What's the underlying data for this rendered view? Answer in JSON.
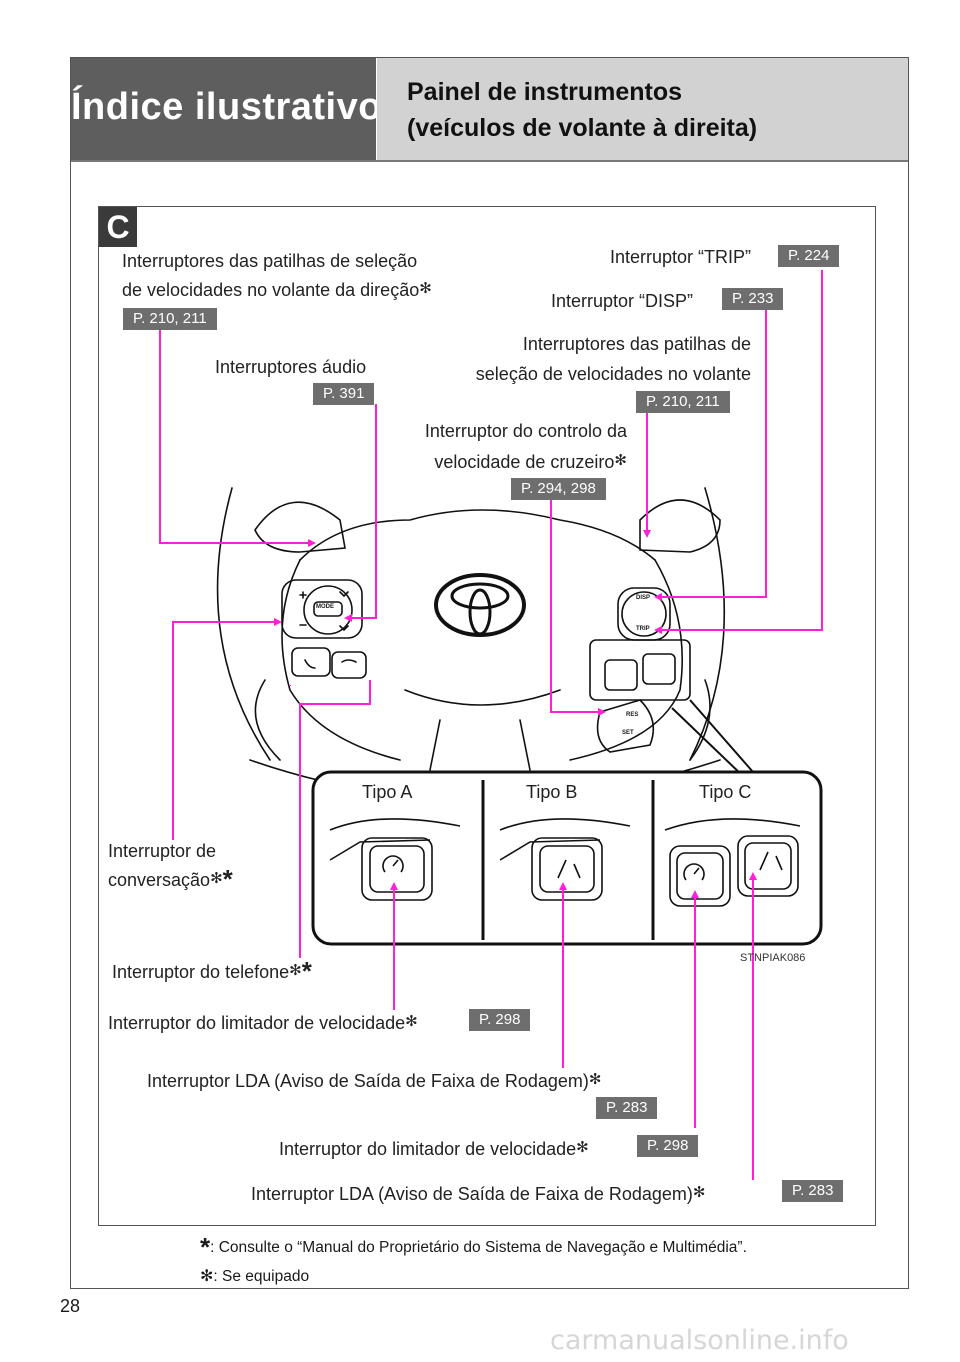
{
  "header": {
    "section": "Índice ilustrativo",
    "title_line1": "Painel de instrumentos",
    "title_line2": "(veículos de volante à direita)"
  },
  "diagram": {
    "badge": "C",
    "image_code": "STNPIAK086",
    "labels": {
      "paddle_left_1": "Interruptores das patilhas de seleção",
      "paddle_left_2": "de velocidades no volante da direção",
      "paddle_left_ref": "P. 210, 211",
      "audio": "Interruptores áudio",
      "audio_ref": "P. 391",
      "trip": "Interruptor “TRIP”",
      "trip_ref": "P. 224",
      "disp": "Interruptor “DISP”",
      "disp_ref": "P. 233",
      "paddle_right_1": "Interruptores das patilhas de",
      "paddle_right_2": "seleção de velocidades no volante",
      "paddle_right_ref": "P. 210, 211",
      "cruise_1": "Interruptor do controlo da",
      "cruise_2": "velocidade de cruzeiro",
      "cruise_ref": "P. 294, 298",
      "talk_1": "Interruptor de",
      "talk_2": "conversação",
      "phone": "Interruptor do telefone",
      "limiter_a": "Interruptor do limitador de velocidade",
      "limiter_a_ref": "P. 298",
      "lda_b": "Interruptor LDA (Aviso de Saída de Faixa de  Rodagem)",
      "lda_b_ref": "P. 283",
      "limiter_c": "Interruptor do limitador de velocidade",
      "limiter_c_ref": "P. 298",
      "lda_c": "Interruptor LDA (Aviso de Saída de Faixa de  Rodagem)",
      "lda_c_ref": "P. 283"
    },
    "types": [
      "Tipo A",
      "Tipo B",
      "Tipo C"
    ],
    "button_marks": {
      "mode": "MODE",
      "disp": "DISP",
      "trip": "TRIP",
      "res": "RES",
      "set": "SET"
    },
    "marker_star": "✻",
    "marker_asterisk": "*"
  },
  "footnotes": {
    "asterisk": ": Consulte o “Manual do Proprietário do Sistema de Navegação e Multimédia”.",
    "equipped": ": Se equipado"
  },
  "page_number": "28",
  "watermark": "carmanualsonline.info",
  "colors": {
    "leader": "#ff1fd9",
    "header_dark": "#5e5e5e",
    "header_light": "#d2d2d2",
    "ref_badge": "#6e6e6e"
  }
}
